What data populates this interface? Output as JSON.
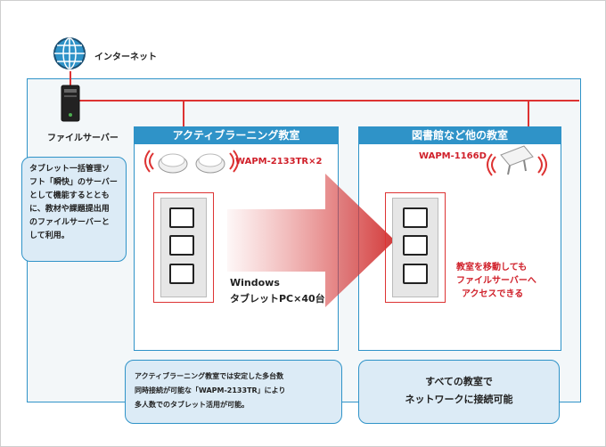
{
  "internet": {
    "label": "インターネット",
    "icon": "globe-icon"
  },
  "server": {
    "label": "ファイルサーバー",
    "icon": "server-tower-icon"
  },
  "server_callout": {
    "lines": [
      "タブレット一括管理ソ",
      "フト「瞬快」のサーバー",
      "として機能するととも",
      "に、教材や課題提出用",
      "のファイルサーバーと",
      "して利用。"
    ]
  },
  "room_active": {
    "title": "アクティブラーニング教室",
    "ap_label": "WAPM-2133TR×2",
    "tablet_label_line1": "Windows",
    "tablet_label_line2": "タブレットPC×40台"
  },
  "room_other": {
    "title": "図書館など他の教室",
    "ap_label": "WAPM-1166D",
    "move_lines": [
      "教室を移動しても",
      "ファイルサーバーへ",
      "アクセスできる"
    ]
  },
  "callout_active": {
    "lines": [
      "アクティブラーニング教室では安定した多台数",
      "同時接続が可能な「WAPM-2133TR」により",
      "多人数でのタブレット活用が可能。"
    ]
  },
  "callout_other": {
    "lines": [
      "すべての教室で",
      "ネットワークに接続可能"
    ]
  },
  "colors": {
    "accent_blue": "#2f93c8",
    "line_red": "#d33",
    "text_red": "#d0202a",
    "callout_bg": "#dcebf6"
  }
}
